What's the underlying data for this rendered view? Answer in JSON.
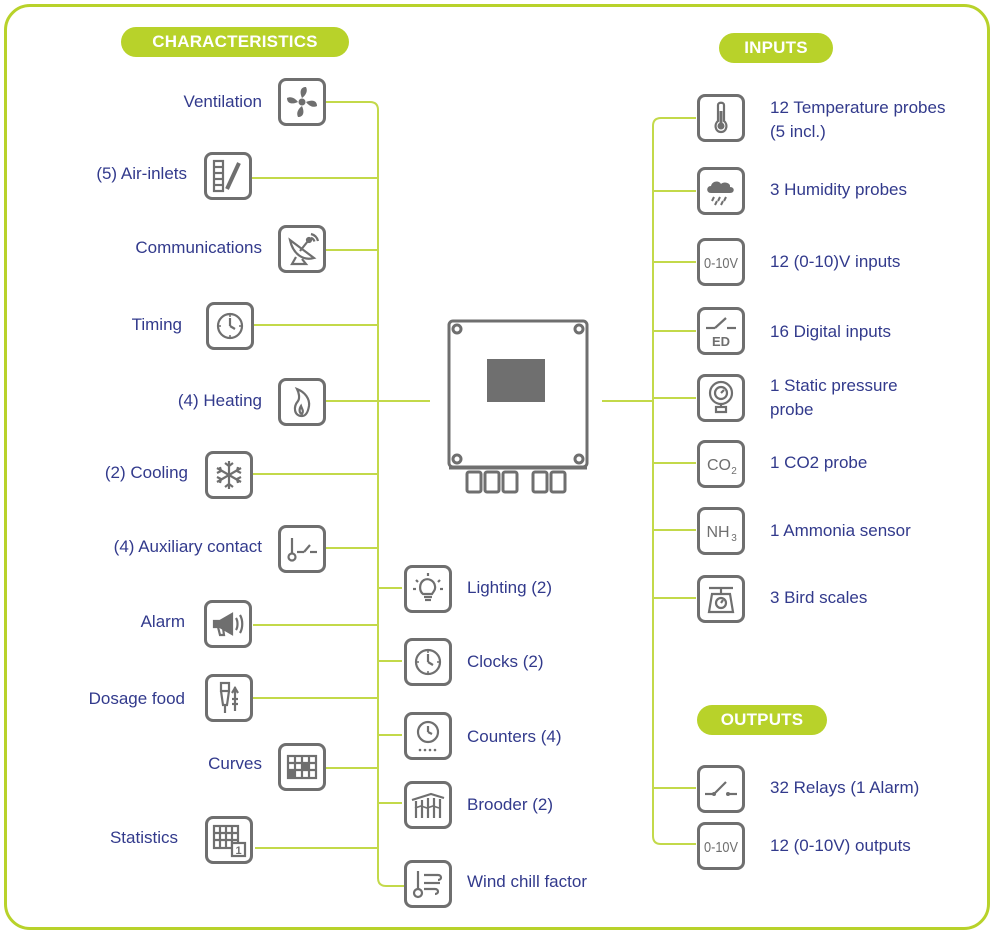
{
  "headers": {
    "characteristics": "CHARACTERISTICS",
    "inputs": "INPUTS",
    "outputs": "OUTPUTS"
  },
  "characteristics": [
    {
      "label": "Ventilation",
      "icon": "fan-icon"
    },
    {
      "label": "(5) Air-inlets",
      "icon": "air-inlet-icon"
    },
    {
      "label": "Communications",
      "icon": "satellite-dish-icon"
    },
    {
      "label": "Timing",
      "icon": "clock-icon"
    },
    {
      "label": "(4) Heating",
      "icon": "flame-icon"
    },
    {
      "label": "(2) Cooling",
      "icon": "snowflake-icon"
    },
    {
      "label": "(4) Auxiliary contact",
      "icon": "thermometer-contact-icon"
    },
    {
      "label": "Alarm",
      "icon": "megaphone-icon"
    },
    {
      "label": "Dosage food",
      "icon": "feeder-icon"
    },
    {
      "label": "Curves",
      "icon": "grid-icon"
    },
    {
      "label": "Statistics",
      "icon": "statistics-icon"
    }
  ],
  "extras": [
    {
      "label": "Lighting (2)",
      "icon": "light-bulb-icon"
    },
    {
      "label": "Clocks (2)",
      "icon": "clock-icon"
    },
    {
      "label": "Counters (4)",
      "icon": "counter-icon"
    },
    {
      "label": "Brooder (2)",
      "icon": "brooder-icon"
    },
    {
      "label": "Wind chill factor",
      "icon": "wind-chill-icon"
    }
  ],
  "inputs": [
    {
      "label": "12 Temperature probes",
      "label2": "(5 incl.)",
      "icon": "thermometer-icon"
    },
    {
      "label": "3 Humidity probes",
      "label2": "",
      "icon": "rain-cloud-icon"
    },
    {
      "label": "12 (0-10)V inputs",
      "label2": "",
      "icon": "voltage-icon",
      "icon_text": "0-10V"
    },
    {
      "label": "16 Digital inputs",
      "label2": "",
      "icon": "digital-input-icon",
      "icon_text": "ED"
    },
    {
      "label": "1 Static pressure",
      "label2": "probe",
      "icon": "pressure-gauge-icon"
    },
    {
      "label": "1 CO2 probe",
      "label2": "",
      "icon": "co2-icon",
      "icon_text": "CO",
      "icon_sub": "2"
    },
    {
      "label": "1 Ammonia sensor",
      "label2": "",
      "icon": "nh3-icon",
      "icon_text": "NH",
      "icon_sub": "3"
    },
    {
      "label": "3 Bird scales",
      "label2": "",
      "icon": "scale-icon"
    }
  ],
  "outputs": [
    {
      "label": "32 Relays (1 Alarm)",
      "icon": "relay-switch-icon"
    },
    {
      "label": "12 (0-10V) outputs",
      "icon": "voltage-icon",
      "icon_text": "0-10V"
    }
  ],
  "colors": {
    "accent": "#b8d22a",
    "text": "#323a8c",
    "icon_stroke": "#6f6f6f",
    "screen": "#6f6f6f"
  }
}
